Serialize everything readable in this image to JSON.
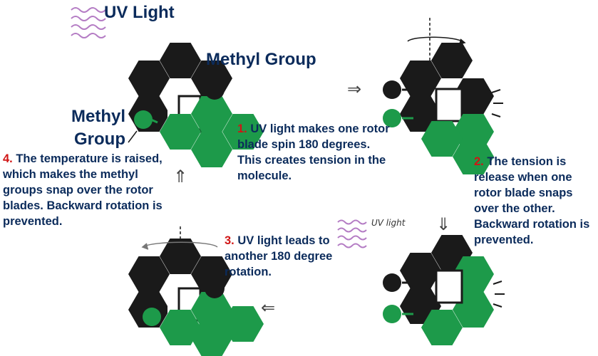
{
  "colors": {
    "black_hex": "#1a1a1a",
    "green_hex": "#1d9a4a",
    "text_navy": "#0b2b5b",
    "number_red": "#d01515",
    "wave_purple": "#b47cc4"
  },
  "labels": {
    "uv_light": "UV Light",
    "methyl_group_top": "Methyl Group",
    "methyl_group_left_line1": "Methyl",
    "methyl_group_left_line2": "Group",
    "uv_light_small": "UV light"
  },
  "steps": [
    {
      "number": "1.",
      "text": " UV light makes one rotor blade spin 180 degrees. This creates tension in the molecule."
    },
    {
      "number": "2.",
      "text": " The tension is release when one rotor blade snaps over the other. Backward rotation is prevented."
    },
    {
      "number": "3.",
      "text": " UV light leads to another 180 degree rotation."
    },
    {
      "number": "4.",
      "text": " The temperature is raised, which makes the methyl groups snap over the rotor blades. Backward rotation is prevented."
    }
  ],
  "arrows": {
    "right": "⇒",
    "down": "⇓",
    "left": "⇐",
    "up": "⇑"
  }
}
